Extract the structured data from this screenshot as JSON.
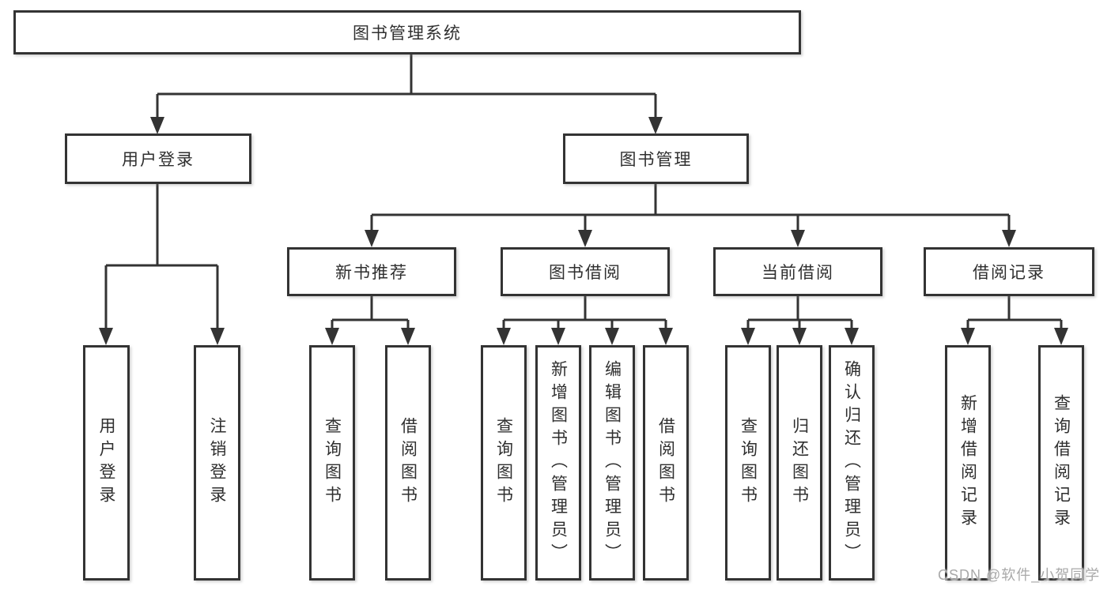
{
  "diagram": {
    "title": "图书管理系统",
    "colors": {
      "line": "#333333",
      "box_border": "#333333",
      "box_background": "#ffffff",
      "text": "#2f2f2f",
      "watermark": "#a9a9a9"
    },
    "root": {
      "label": "图书管理系统"
    },
    "branches": {
      "user_login": {
        "label": "用户登录",
        "children": [
          {
            "label": "用户登录"
          },
          {
            "label": "注销登录"
          }
        ]
      },
      "book_mgmt": {
        "label": "图书管理",
        "children": [
          {
            "label": "新书推荐",
            "children": [
              {
                "label": "查询图书"
              },
              {
                "label": "借阅图书"
              }
            ]
          },
          {
            "label": "图书借阅",
            "children": [
              {
                "label": "查询图书"
              },
              {
                "label": "新增图书（管理员）"
              },
              {
                "label": "编辑图书（管理员）"
              },
              {
                "label": "借阅图书"
              }
            ]
          },
          {
            "label": "当前借阅",
            "children": [
              {
                "label": "查询图书"
              },
              {
                "label": "归还图书"
              },
              {
                "label": "确认归还（管理员）"
              }
            ]
          },
          {
            "label": "借阅记录",
            "children": [
              {
                "label": "新增借阅记录"
              },
              {
                "label": "查询借阅记录"
              }
            ]
          }
        ]
      }
    },
    "watermark": "CSDN @软件_小贺同学"
  }
}
